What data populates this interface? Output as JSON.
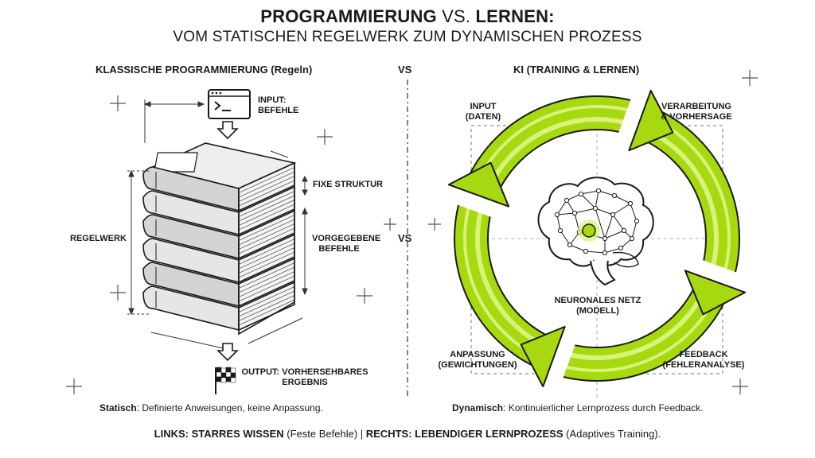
{
  "title": {
    "line1_bold_a": "PROGRAMMIERUNG",
    "line1_middle": " VS. ",
    "line1_bold_b": "LERNEN:",
    "line2": "VOM STATISCHEN REGELWERK ZUM DYNAMISCHEN PROZESS"
  },
  "left": {
    "heading": "KLASSISCHE PROGRAMMIERUNG (Regeln)",
    "input_label": "INPUT:\nBEFEHLE",
    "fixe_struktur": "FIXE STRUKTUR",
    "regelwerk": "REGELWERK",
    "vorgegebene": "VORGEGEBENE\nBEFEHLE",
    "output_label": "OUTPUT: VORHERSEHBARES\nERGEBNIS",
    "caption_bold": "Statisch",
    "caption_rest": ": Definierte Anweisungen, keine Anpassung."
  },
  "vs_top": "VS",
  "vs_mid": "VS",
  "right": {
    "heading": "KI (TRAINING & LERNEN)",
    "input": "INPUT\n(DATEN)",
    "verarbeitung": "VERARBEITUNG\n& VORHERSAGE",
    "netz": "NEURONALES NETZ\n(MODELL)",
    "anpassung": "ANPASSUNG\n(GEWICHTUNGEN)",
    "feedback": "FEEDBACK\n(FEHLERANALYSE)",
    "caption_bold": "Dynamisch",
    "caption_rest": ": Kontinuierlicher Lernprozess durch Feedback."
  },
  "footer": {
    "bold_a": "LINKS: STARRES WISSEN",
    "text_a": " (Feste Befehle) | ",
    "bold_b": "RECHTS: LEBENDIGER LERNPROZESS",
    "text_b": " (Adaptives Training)."
  },
  "colors": {
    "accent": "#a6d90f",
    "ink": "#1a1a1a"
  },
  "icons": [
    "terminal-icon",
    "down-arrow-icon",
    "book-stack-icon",
    "checkered-flag-icon",
    "brain-network-icon",
    "cycle-arrows-icon"
  ]
}
